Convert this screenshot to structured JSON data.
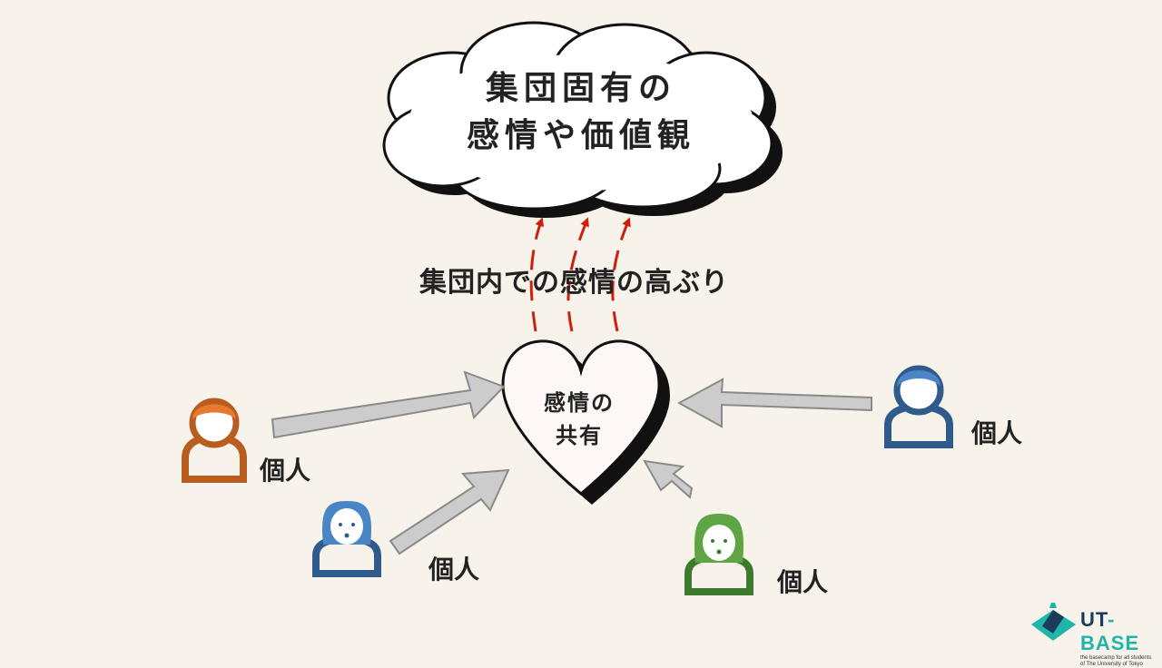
{
  "cloud": {
    "line1": "集団固有の",
    "line2": "感情や価値観"
  },
  "rise_label": "集団内での感情の高ぶり",
  "heart": {
    "line1": "感情の",
    "line2": "共有"
  },
  "persons": [
    {
      "label": "個人",
      "color": "#b85c20",
      "accent": "#e8792f"
    },
    {
      "label": "個人",
      "color": "#2e5a8c",
      "accent": "#4a86c5"
    },
    {
      "label": "個人",
      "color": "#2e5a8c",
      "accent": "#4a86c5"
    },
    {
      "label": "個人",
      "color": "#3d7a2e",
      "accent": "#5fa544"
    }
  ],
  "colors": {
    "background": "#f7f3ea",
    "arrow_fill": "#cccccc",
    "rise_arrow": "#cc1f10"
  },
  "logo": {
    "name_part1": "UT",
    "name_part2": "-BASE",
    "tagline": "the basecamp for all students of The University of Tokyo"
  }
}
